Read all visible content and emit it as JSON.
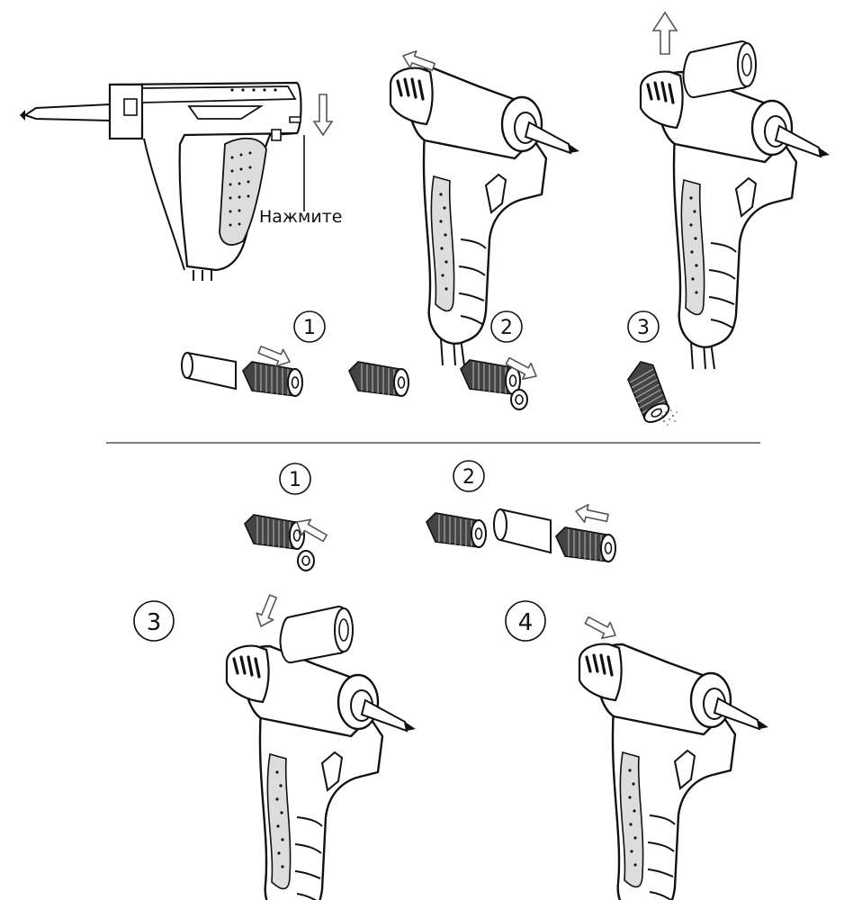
{
  "callout": {
    "press_label": "Нажмите"
  },
  "steps_disassembly": {
    "s1": "1",
    "s2": "2",
    "s3": "3"
  },
  "steps_assembly": {
    "s1": "1",
    "s2": "2",
    "s3": "3",
    "s4": "4"
  },
  "colors": {
    "line": "#111111",
    "arrow": "#555555",
    "fill": "#ffffff",
    "grip": "#dddddd"
  }
}
